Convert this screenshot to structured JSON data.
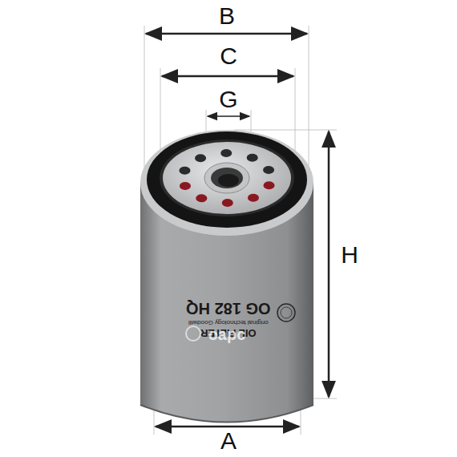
{
  "diagram": {
    "labels": [
      "B",
      "C",
      "G",
      "H",
      "A",
      "OG 182 HQ",
      "original technology Goodwill",
      "OIL FILTER",
      "oapc"
    ]
  }
}
